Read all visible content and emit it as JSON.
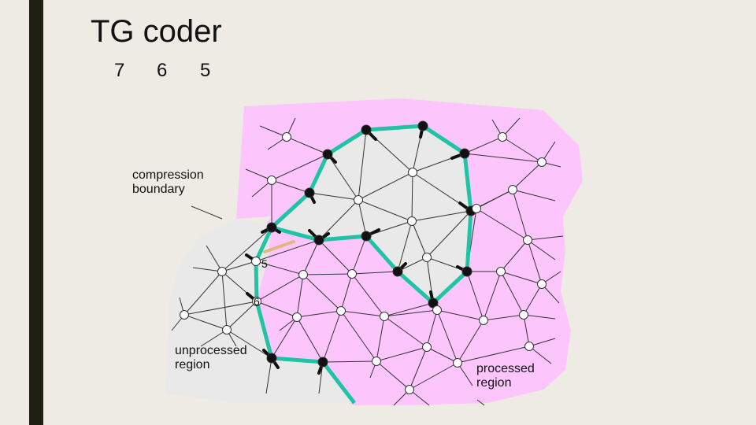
{
  "slide": {
    "title": "TG coder",
    "sequence": [
      "7",
      "6",
      "5"
    ]
  },
  "labels": {
    "compression_boundary_line1": "compression",
    "compression_boundary_line2": "boundary",
    "unprocessed_line1": "unprocessed",
    "unprocessed_line2": "region",
    "processed_line1": "processed",
    "processed_line2": "region"
  },
  "markers": {
    "boundary_5": "5",
    "boundary_6": "6"
  },
  "colors": {
    "background": "#eeebe4",
    "accent_bar": "#1e2014",
    "processed_region": "#fcc6fc",
    "unprocessed_region": "#e9e9e9",
    "boundary": "#1ec4a4",
    "focus_arrow": "#e0b87c"
  }
}
